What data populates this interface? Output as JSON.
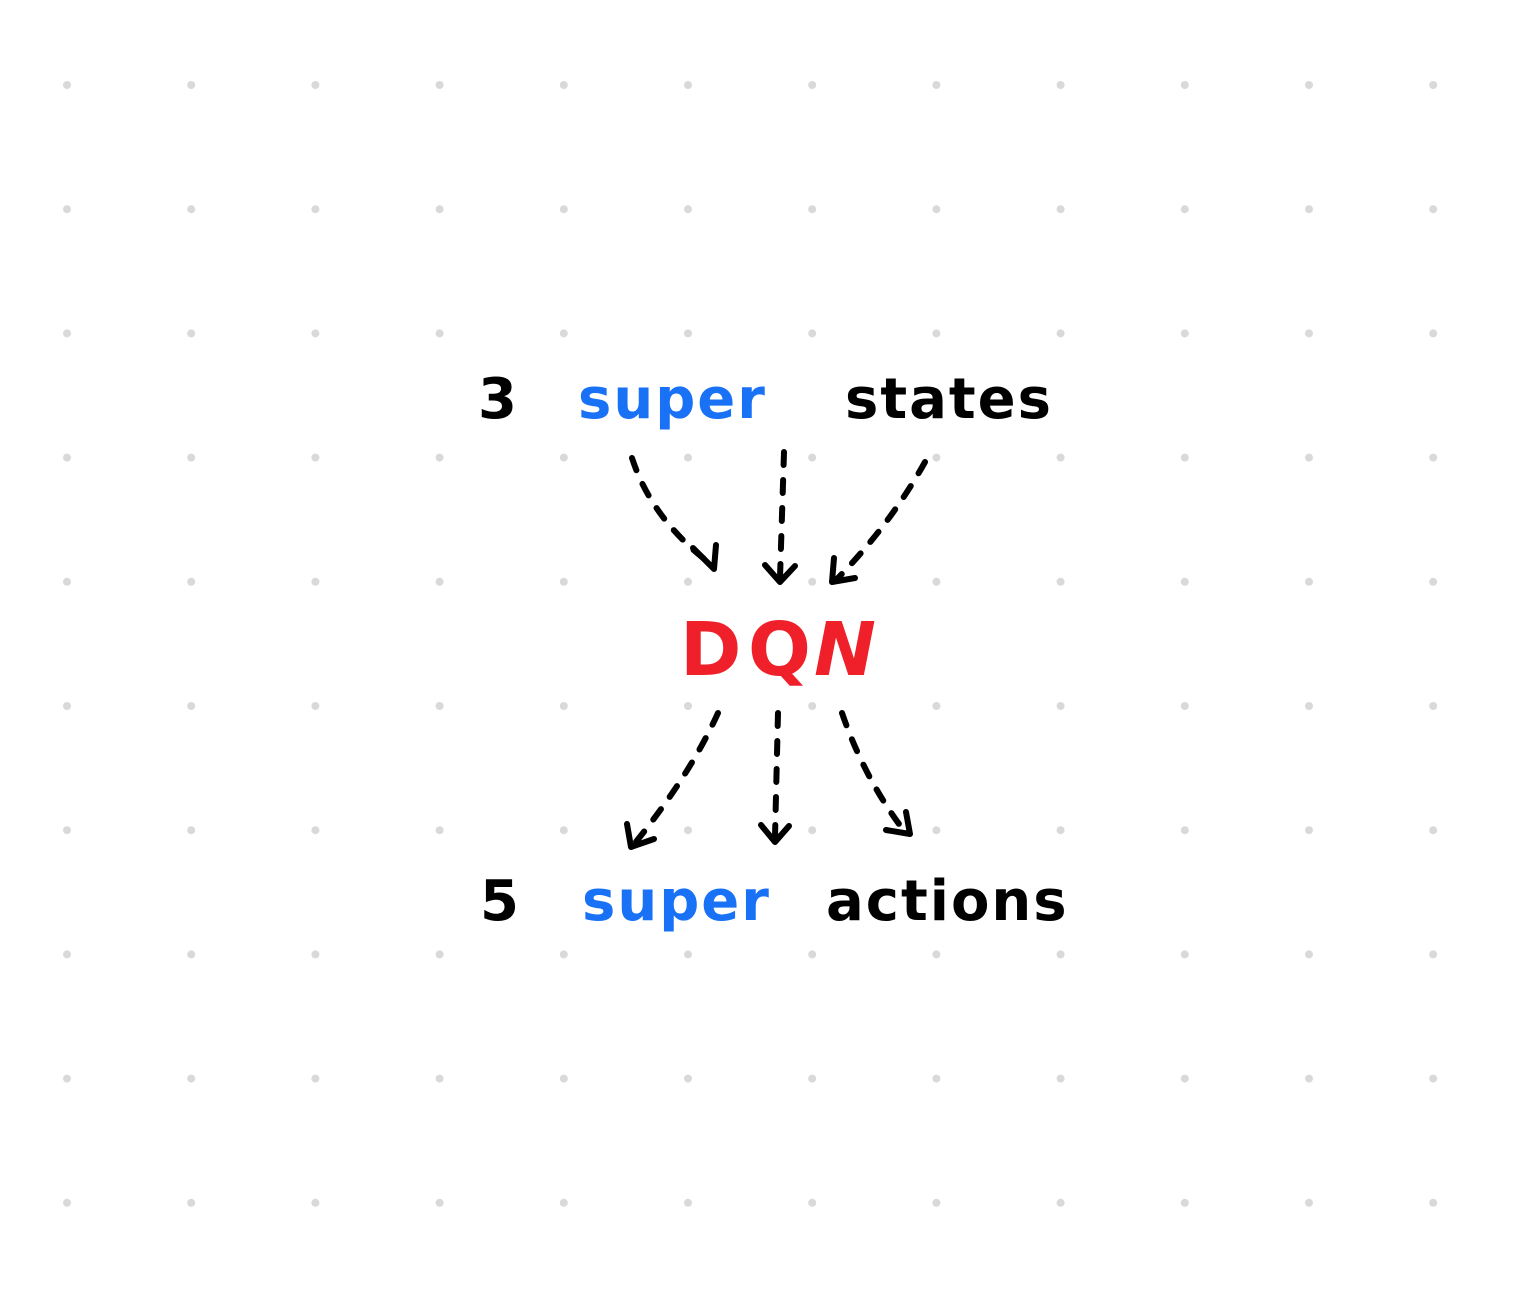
{
  "diagram": {
    "top_label": {
      "count": "3",
      "highlight": "super",
      "rest": "states"
    },
    "center_label": {
      "letters": [
        "D",
        "Q",
        "N"
      ]
    },
    "bottom_label": {
      "count": "5",
      "highlight": "super",
      "rest": "actions"
    }
  },
  "colors": {
    "background": "#ffffff",
    "dot_grid": "#d9d9d9",
    "ink": "#000000",
    "highlight_blue": "#1971f5",
    "center_red": "#f0202a"
  }
}
